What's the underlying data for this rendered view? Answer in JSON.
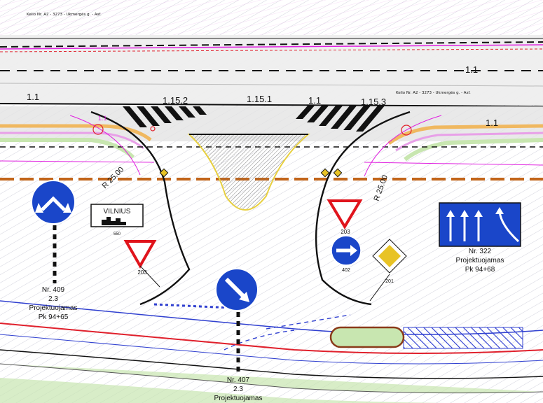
{
  "road_marking_labels": [
    "1.1",
    "1.15.2",
    "1.15.1",
    "1.1",
    "1.15.3",
    "1.1",
    "1.1",
    "1.1"
  ],
  "road_name_label": "Kelio Nr. A2 - 3273 - Ukmergės g. - Asf.",
  "radius_labels": [
    "R 25.00",
    "R 25.00"
  ],
  "signs": {
    "s409": {
      "title": "Nr. 409",
      "code": "2.3",
      "status": "Projektuojamas",
      "pk": "Pk 94+65"
    },
    "s322": {
      "title": "Nr. 322",
      "status": "Projektuojamas",
      "pk": "Pk 94+68"
    },
    "s407": {
      "title": "Nr. 407",
      "code": "2.3",
      "status": "Projektuojamas"
    },
    "vilnius": {
      "city": "VILNIUS",
      "distance": "550"
    },
    "codes": {
      "yield_left": "203",
      "yield_right": "203",
      "mandatory_right": "402",
      "priority": "201"
    }
  },
  "colors": {
    "sign_blue": "#1a46c9",
    "sign_red": "#e0141c",
    "priority_yellow": "#e8c326",
    "island_grey": "#9a9a9a",
    "hatch_magenta": "#d42bd0",
    "road_line_red": "#e0202c",
    "kerb_orange": "#c2651a",
    "grass_green": "#c8e6b0"
  }
}
